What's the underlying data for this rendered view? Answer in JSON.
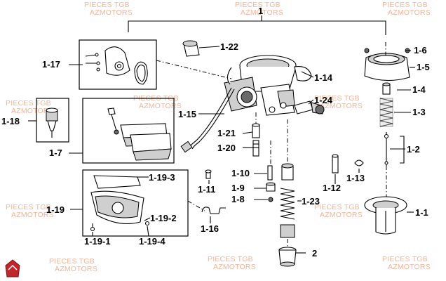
{
  "watermark": {
    "line1": "PIECES TGB",
    "line2": "AZMOTORS"
  },
  "labels": {
    "assembly": "1",
    "p1_1": "1-1",
    "p1_2": "1-2",
    "p1_3": "1-3",
    "p1_4": "1-4",
    "p1_5": "1-5",
    "p1_6": "1-6",
    "p1_7": "1-7",
    "p1_8": "1-8",
    "p1_9": "1-9",
    "p1_10": "1-10",
    "p1_11": "1-11",
    "p1_12": "1-12",
    "p1_13": "1-13",
    "p1_14": "1-14",
    "p1_15": "1-15",
    "p1_16": "1-16",
    "p1_17": "1-17",
    "p1_18": "1-18",
    "p1_19": "1-19",
    "p1_19_1": "1-19-1",
    "p1_19_2": "1-19-2",
    "p1_19_3": "1-19-3",
    "p1_19_4": "1-19-4",
    "p1_20": "1-20",
    "p1_21": "1-21",
    "p1_22": "1-22",
    "p1_23": "1-23",
    "p1_24": "1-24",
    "p2": "2"
  },
  "logo_color": "#c0272d"
}
